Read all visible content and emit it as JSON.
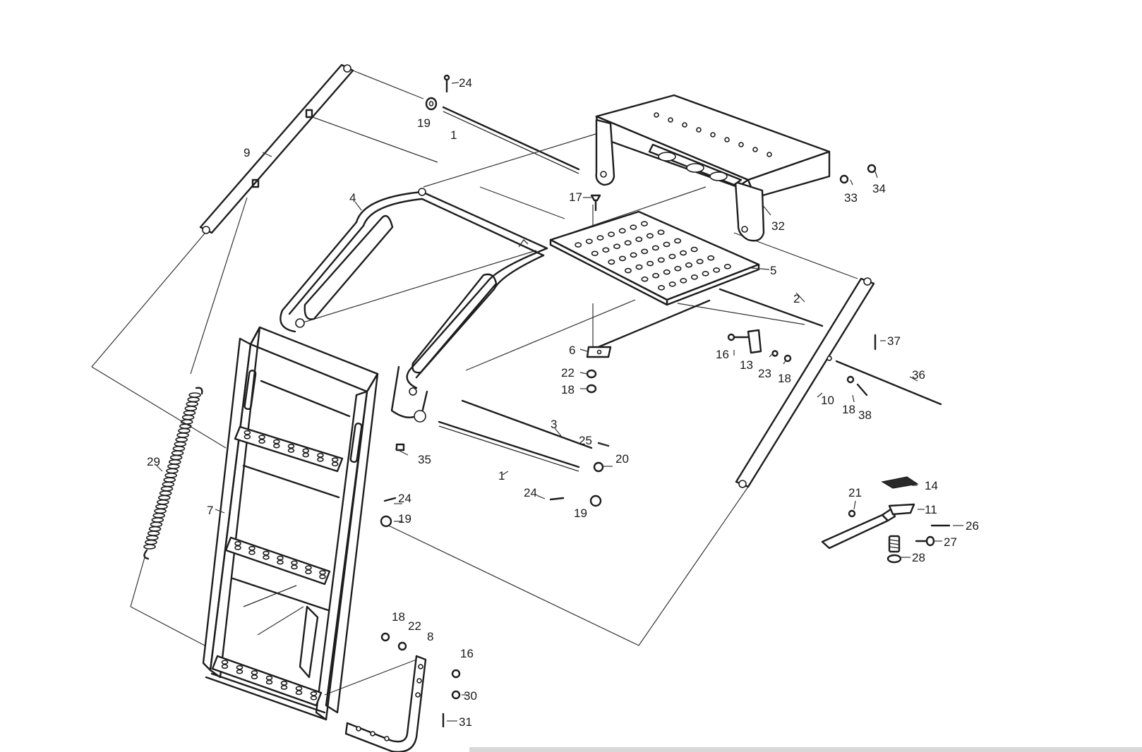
{
  "labels": {
    "p1a": "1",
    "p1b": "1",
    "p2": "2",
    "p3": "3",
    "p4": "4",
    "p5": "5",
    "p6": "6",
    "p7": "7",
    "p8": "8",
    "p9": "9",
    "p10": "10",
    "p11": "11",
    "p13": "13",
    "p14": "14",
    "p16a": "16",
    "p16b": "16",
    "p17": "17",
    "p18a": "18",
    "p18b": "18",
    "p18c": "18",
    "p18d": "18",
    "p19a": "19",
    "p19b": "19",
    "p19c": "19",
    "p20": "20",
    "p21": "21",
    "p22a": "22",
    "p22b": "22",
    "p23": "23",
    "p24a": "24",
    "p24b": "24",
    "p24c": "24",
    "p25": "25",
    "p26": "26",
    "p27": "27",
    "p28": "28",
    "p29": "29",
    "p30": "30",
    "p31": "31",
    "p32": "32",
    "p33": "33",
    "p34": "34",
    "p35": "35",
    "p36": "36",
    "p37": "37",
    "p38": "38"
  }
}
